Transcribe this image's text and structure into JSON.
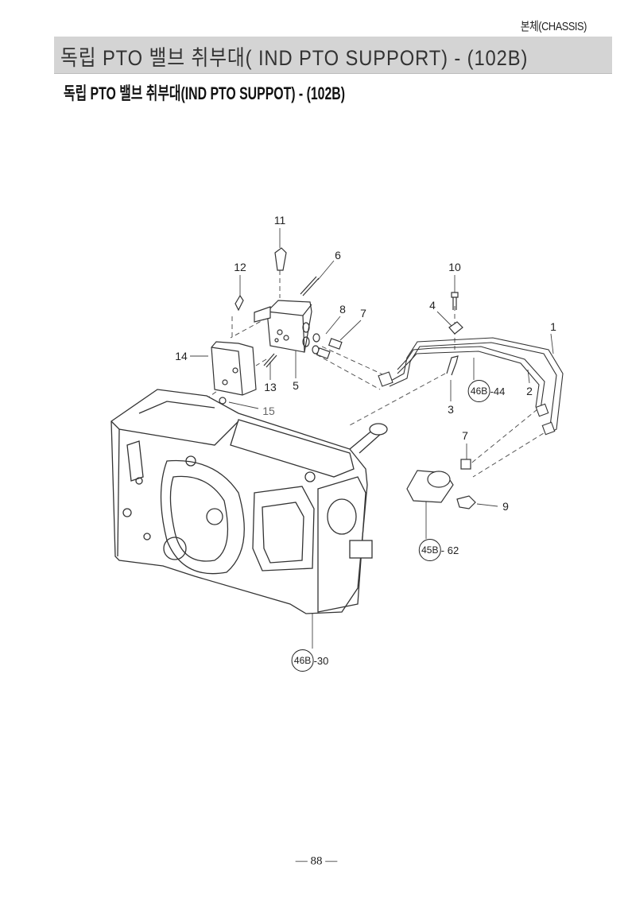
{
  "header": {
    "section": "본체(CHASSIS)",
    "banner_title": "독립 PTO 밸브 취부대( IND PTO SUPPORT) - (102B)",
    "subtitle": "독립 PTO 밸브 취부대(IND PTO SUPPOT) - (102B)"
  },
  "callouts": {
    "c11": "11",
    "c6": "6",
    "c12": "12",
    "c10": "10",
    "c8": "8",
    "c7a": "7",
    "c4": "4",
    "c1": "1",
    "c14": "14",
    "c13": "13",
    "c5": "5",
    "c3": "3",
    "c2": "2",
    "c15": "15",
    "c7b": "7",
    "c9": "9"
  },
  "references": [
    {
      "circle": "46B",
      "suffix": "-44"
    },
    {
      "circle": "45B",
      "suffix": "- 62"
    },
    {
      "circle": "46B",
      "suffix": "-30"
    }
  ],
  "footer": {
    "page_number": "— 88 —"
  }
}
